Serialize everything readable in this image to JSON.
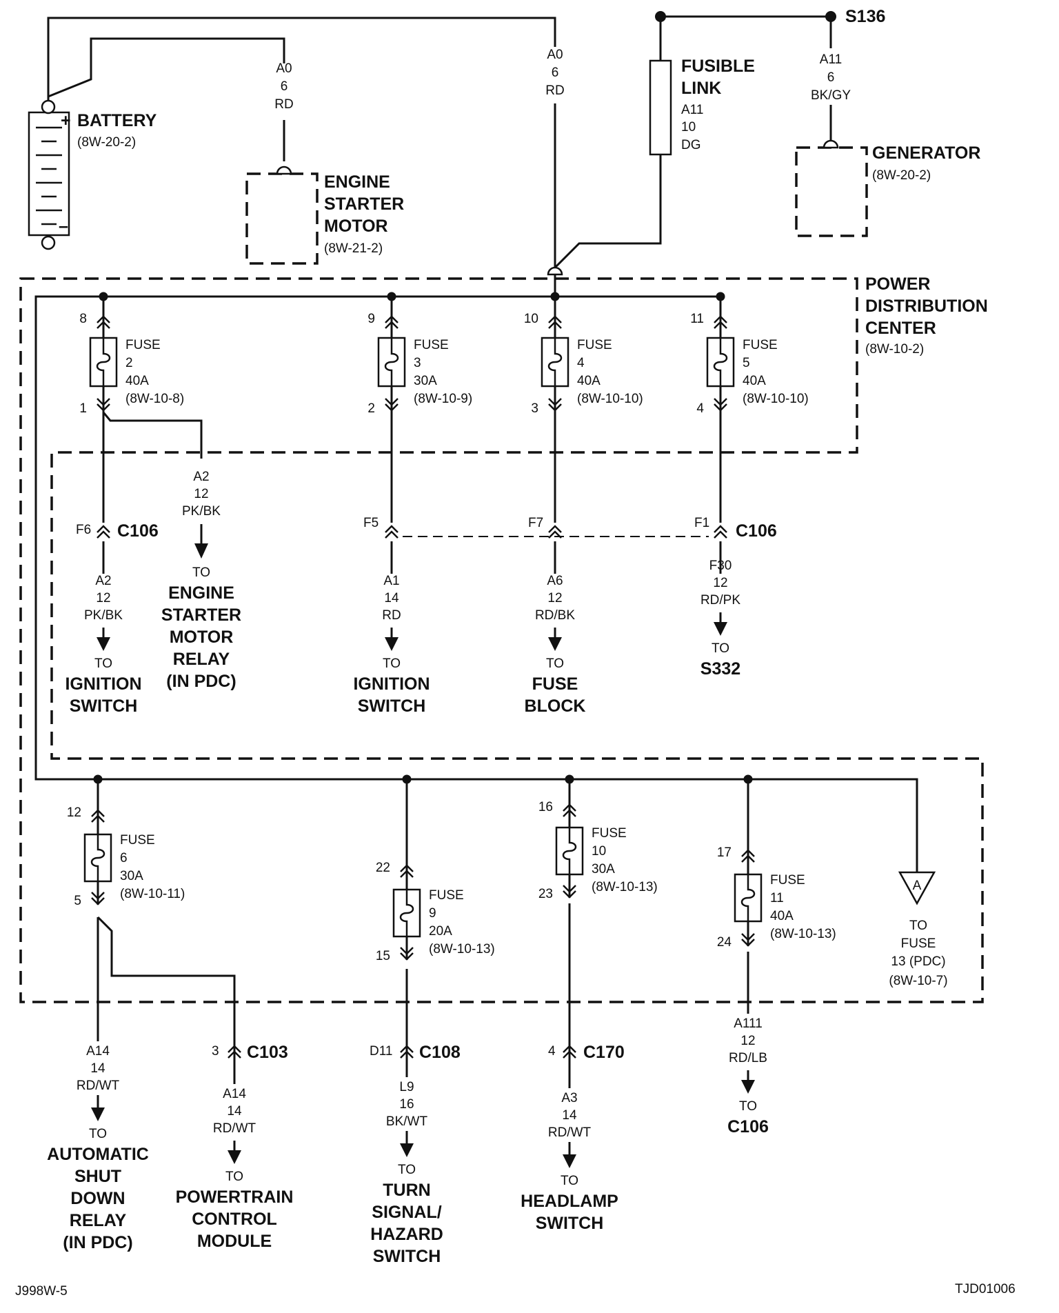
{
  "top": {
    "battery": {
      "name": "BATTERY",
      "ref": "(8W-20-2)",
      "plus": "+",
      "minus": "–"
    },
    "battery_wire_right": {
      "circuit": "A0",
      "gauge": "6",
      "color": "RD"
    },
    "starter_wire": {
      "circuit": "A0",
      "gauge": "6",
      "color": "RD"
    },
    "starter": {
      "line1": "ENGINE",
      "line2": "STARTER",
      "line3": "MOTOR",
      "ref": "(8W-21-2)"
    },
    "fusible_link": {
      "line1": "FUSIBLE",
      "line2": "LINK",
      "circuit": "A11",
      "gauge": "10",
      "color": "DG"
    },
    "splice": "S136",
    "gen_wire": {
      "circuit": "A11",
      "gauge": "6",
      "color": "BK/GY"
    },
    "generator": {
      "name": "GENERATOR",
      "ref": "(8W-20-2)"
    }
  },
  "pdc": {
    "line1": "POWER",
    "line2": "DISTRIBUTION",
    "line3": "CENTER",
    "ref": "(8W-10-2)"
  },
  "fuses": [
    {
      "id": "2",
      "word": "FUSE",
      "rating": "40A",
      "ref": "(8W-10-8)",
      "pin_in": "8",
      "pin_out": "1"
    },
    {
      "id": "3",
      "word": "FUSE",
      "rating": "30A",
      "ref": "(8W-10-9)",
      "pin_in": "9",
      "pin_out": "2"
    },
    {
      "id": "4",
      "word": "FUSE",
      "rating": "40A",
      "ref": "(8W-10-10)",
      "pin_in": "10",
      "pin_out": "3"
    },
    {
      "id": "5",
      "word": "FUSE",
      "rating": "40A",
      "ref": "(8W-10-10)",
      "pin_in": "11",
      "pin_out": "4"
    },
    {
      "id": "6",
      "word": "FUSE",
      "rating": "30A",
      "ref": "(8W-10-11)",
      "pin_in": "12",
      "pin_out": "5"
    },
    {
      "id": "9",
      "word": "FUSE",
      "rating": "20A",
      "ref": "(8W-10-13)",
      "pin_in": "22",
      "pin_out": "15"
    },
    {
      "id": "10",
      "word": "FUSE",
      "rating": "30A",
      "ref": "(8W-10-13)",
      "pin_in": "16",
      "pin_out": "23"
    },
    {
      "id": "11",
      "word": "FUSE",
      "rating": "40A",
      "ref": "(8W-10-13)",
      "pin_in": "17",
      "pin_out": "24"
    }
  ],
  "mid": {
    "branch_a2": {
      "circuit": "A2",
      "gauge": "12",
      "color": "PK/BK",
      "to": "TO",
      "dest": [
        "ENGINE",
        "STARTER",
        "MOTOR",
        "RELAY",
        "(IN PDC)"
      ]
    },
    "c106_left": {
      "pin": "F6",
      "name": "C106"
    },
    "c106_right": {
      "pin": "F1",
      "name": "C106"
    },
    "pin_f5": "F5",
    "pin_f7": "F7",
    "out1": {
      "circuit": "A2",
      "gauge": "12",
      "color": "PK/BK",
      "to": "TO",
      "dest": [
        "IGNITION",
        "SWITCH"
      ]
    },
    "out2": {
      "circuit": "A1",
      "gauge": "14",
      "color": "RD",
      "to": "TO",
      "dest": [
        "IGNITION",
        "SWITCH"
      ]
    },
    "out3": {
      "circuit": "A6",
      "gauge": "12",
      "color": "RD/BK",
      "to": "TO",
      "dest": [
        "FUSE",
        "BLOCK"
      ]
    },
    "out4": {
      "circuit": "F30",
      "gauge": "12",
      "color": "RD/PK",
      "to": "TO",
      "dest": [
        "S332"
      ]
    }
  },
  "lower": {
    "flag": {
      "letter": "A",
      "to": "TO",
      "line1": "FUSE",
      "line2": "13 (PDC)",
      "ref": "(8W-10-7)"
    },
    "c103": {
      "pin": "3",
      "name": "C103"
    },
    "c108": {
      "pin": "D11",
      "name": "C108"
    },
    "c170": {
      "pin": "4",
      "name": "C170"
    },
    "out_asd": {
      "circuit": "A14",
      "gauge": "14",
      "color": "RD/WT",
      "to": "TO",
      "dest": [
        "AUTOMATIC",
        "SHUT",
        "DOWN",
        "RELAY",
        "(IN PDC)"
      ]
    },
    "out_pcm": {
      "circuit": "A14",
      "gauge": "14",
      "color": "RD/WT",
      "to": "TO",
      "dest": [
        "POWERTRAIN",
        "CONTROL",
        "MODULE"
      ]
    },
    "out_turn": {
      "circuit": "L9",
      "gauge": "16",
      "color": "BK/WT",
      "to": "TO",
      "dest": [
        "TURN",
        "SIGNAL/",
        "HAZARD",
        "SWITCH"
      ]
    },
    "out_head": {
      "circuit": "A3",
      "gauge": "14",
      "color": "RD/WT",
      "to": "TO",
      "dest": [
        "HEADLAMP",
        "SWITCH"
      ]
    },
    "out_c106": {
      "circuit": "A111",
      "gauge": "12",
      "color": "RD/LB",
      "to": "TO",
      "dest": [
        "C106"
      ]
    }
  },
  "footer": {
    "left": "J998W-5",
    "right": "TJD01006"
  }
}
